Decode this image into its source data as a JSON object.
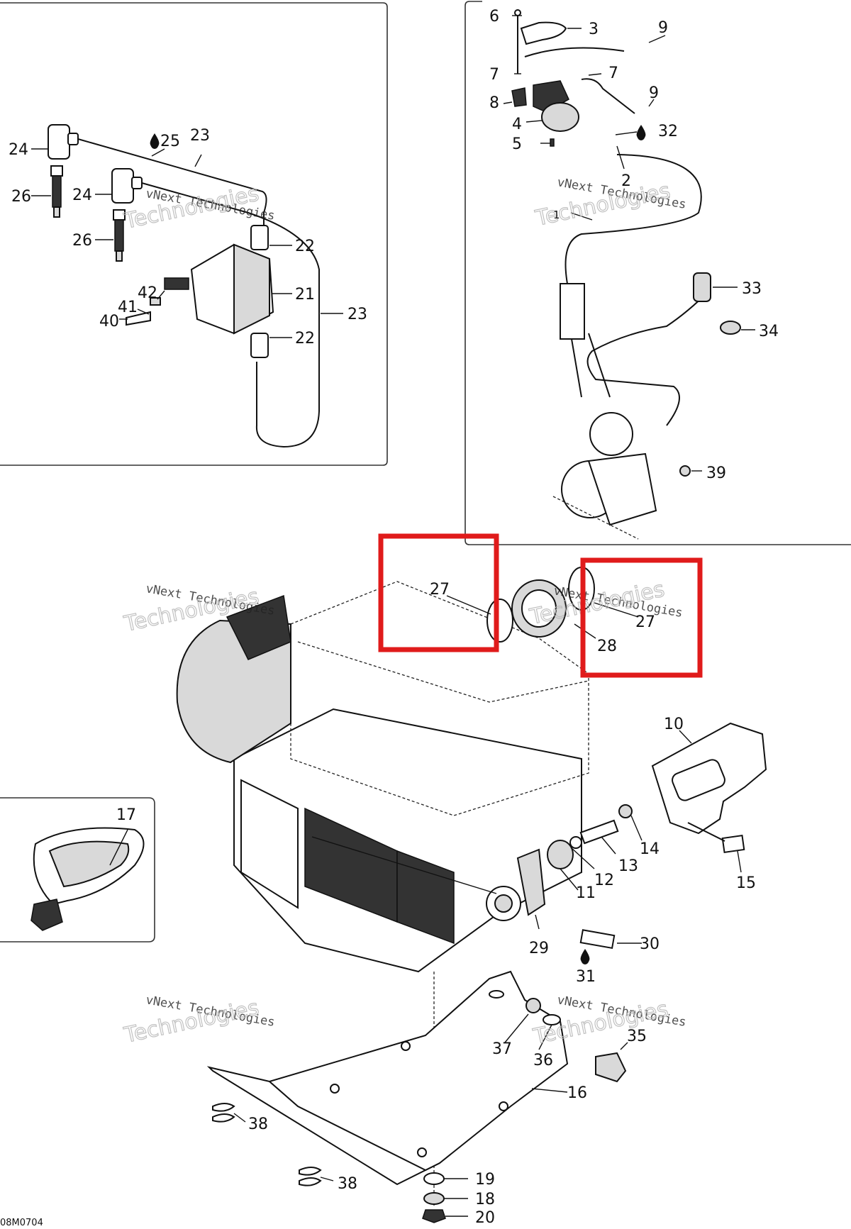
{
  "callouts": {
    "c1": "1",
    "c2": "2",
    "c3": "3",
    "c4": "4",
    "c5": "5",
    "c6": "6",
    "c7a": "7",
    "c7b": "7",
    "c8": "8",
    "c9a": "9",
    "c9b": "9",
    "c10": "10",
    "c11": "11",
    "c12": "12",
    "c13": "13",
    "c14": "14",
    "c15": "15",
    "c16": "16",
    "c17": "17",
    "c18": "18",
    "c19": "19",
    "c20": "20",
    "c21": "21",
    "c22a": "22",
    "c22b": "22",
    "c23a": "23",
    "c23b": "23",
    "c24a": "24",
    "c24b": "24",
    "c25": "25",
    "c26a": "26",
    "c26b": "26",
    "c27a": "27",
    "c27b": "27",
    "c28": "28",
    "c29": "29",
    "c30": "30",
    "c31": "31",
    "c32": "32",
    "c33": "33",
    "c34": "34",
    "c35": "35",
    "c36": "36",
    "c37": "37",
    "c38a": "38",
    "c38b": "38",
    "c39": "39",
    "c40": "40",
    "c41": "41",
    "c42": "42"
  },
  "watermark": {
    "line1": "vNext Technologies",
    "line2": "Technologies"
  },
  "figure_code": "08M0704",
  "highlight_color": "#e01b1b"
}
